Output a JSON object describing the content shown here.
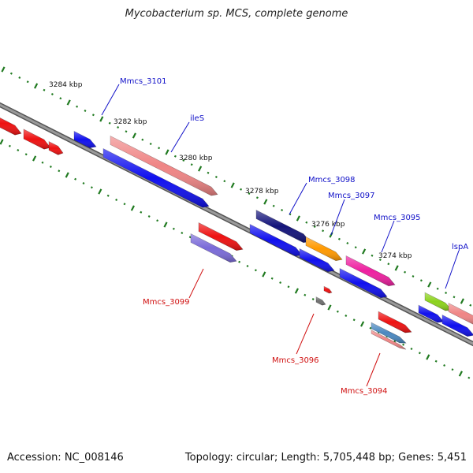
{
  "title": "Mycobacterium sp. MCS, complete genome",
  "footer": {
    "accession": "Accession: NC_008146",
    "summary": "Topology: circular; Length: 5,705,448 bp; Genes: 5,451"
  },
  "colors": {
    "backbone": "#7f7f7f",
    "tick": "#207a20",
    "forward_label": "#1010c8",
    "reverse_label": "#d01010"
  },
  "ruler": [
    "3284 kbp",
    "3282 kbp",
    "3280 kbp",
    "3278 kbp",
    "3276 kbp",
    "3274 kbp"
  ],
  "labels": {
    "forward": [
      "Mmcs_3101",
      "ileS",
      "Mmcs_3098",
      "Mmcs_3097",
      "Mmcs_3095",
      "lspA"
    ],
    "reverse": [
      "Mmcs_3099",
      "Mmcs_3096",
      "Mmcs_3094"
    ]
  },
  "feature_colors": {
    "red": "#ee1111",
    "blue": "#1010ee",
    "salmon": "#ef8585",
    "navy": "#14147a",
    "orange": "#ff9900",
    "magenta": "#ee1fa0",
    "lightpurple": "#7a6ad8",
    "gray": "#707070",
    "steelblue": "#4a88c0",
    "yellowgreen": "#8cd21c"
  }
}
